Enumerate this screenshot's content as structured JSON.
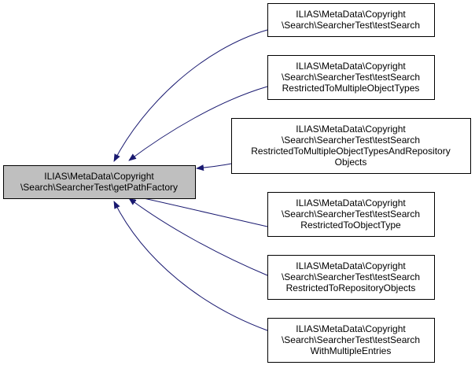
{
  "colors": {
    "edge": "#191970",
    "node_border": "#000000",
    "focus_fill": "#bfbfbf",
    "node_fill": "#ffffff",
    "text": "#000000"
  },
  "focus_node": {
    "lines": [
      "ILIAS\\MetaData\\Copyright",
      "\\Search\\SearcherTest\\getPathFactory"
    ]
  },
  "caller_nodes": [
    {
      "lines": [
        "ILIAS\\MetaData\\Copyright",
        "\\Search\\SearcherTest\\testSearch"
      ]
    },
    {
      "lines": [
        "ILIAS\\MetaData\\Copyright",
        "\\Search\\SearcherTest\\testSearch",
        "RestrictedToMultipleObjectTypes"
      ]
    },
    {
      "lines": [
        "ILIAS\\MetaData\\Copyright",
        "\\Search\\SearcherTest\\testSearch",
        "RestrictedToMultipleObjectTypesAndRepository",
        "Objects"
      ]
    },
    {
      "lines": [
        "ILIAS\\MetaData\\Copyright",
        "\\Search\\SearcherTest\\testSearch",
        "RestrictedToObjectType"
      ]
    },
    {
      "lines": [
        "ILIAS\\MetaData\\Copyright",
        "\\Search\\SearcherTest\\testSearch",
        "RestrictedToRepositoryObjects"
      ]
    },
    {
      "lines": [
        "ILIAS\\MetaData\\Copyright",
        "\\Search\\SearcherTest\\testSearch",
        "WithMultipleEntries"
      ]
    }
  ]
}
